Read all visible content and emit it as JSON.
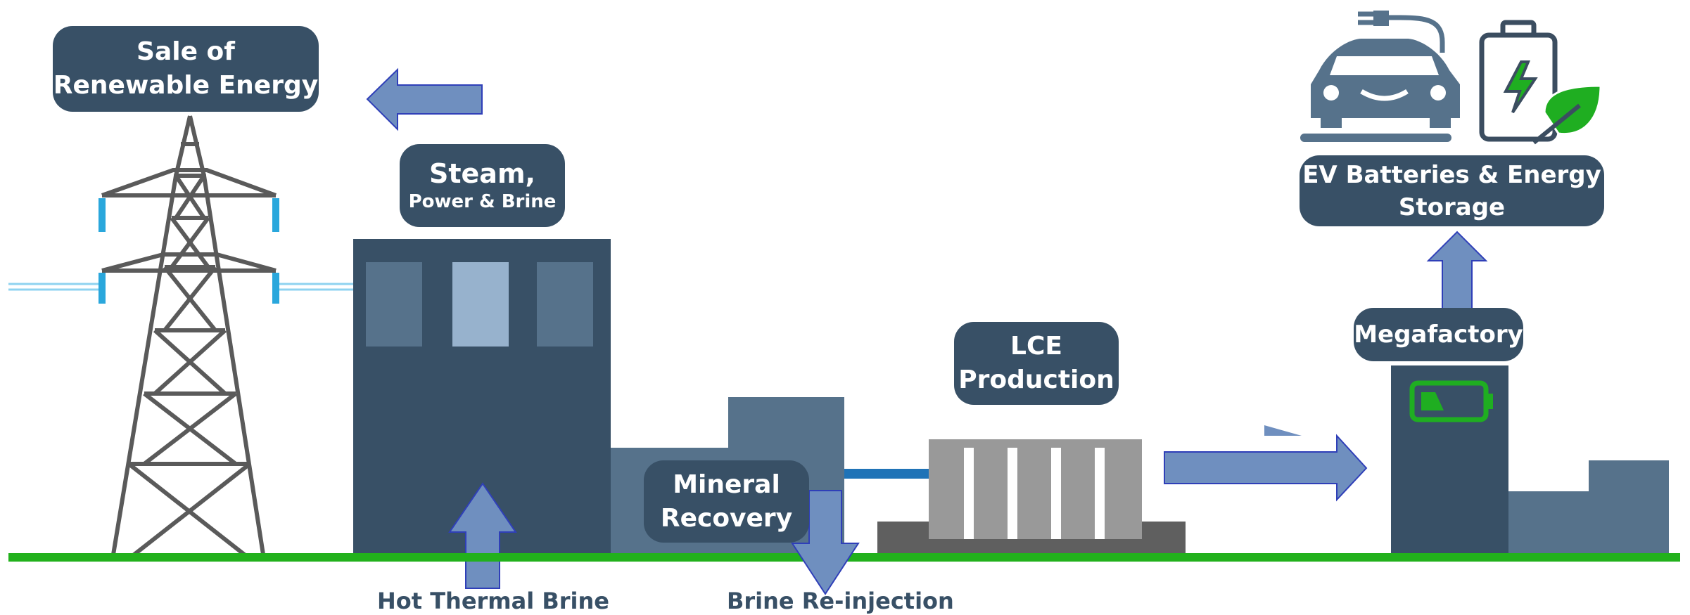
{
  "labels": {
    "sale_line1": "Sale of",
    "sale_line2": "Renewable Energy",
    "steam_line1": "Steam,",
    "steam_line2": "Power & Brine",
    "mineral_line1": "Mineral",
    "mineral_line2": "Recovery",
    "lce_line1": "LCE",
    "lce_line2": "Production",
    "megafactory": "Megafactory",
    "ev_line1": "EV Batteries & Energy",
    "ev_line2": "Storage",
    "hot_brine": "Hot Thermal Brine",
    "reinjection": "Brine Re-injection"
  },
  "colors": {
    "dark_blue": "#385066",
    "mid_blue": "#56728b",
    "light_window": "#97b2cd",
    "arrow_fill": "#6f8fbf",
    "arrow_stroke": "#2f3fb8",
    "ground_green": "#22b11c",
    "battery_green": "#1fae21",
    "pipe_blue": "#1f73b7",
    "tower_gray": "#5a5a5a",
    "insulator_blue": "#4fc3f7"
  },
  "icons": {
    "car": "car-icon",
    "plug": "plug-icon",
    "battery": "battery-icon",
    "leaf": "leaf-icon",
    "tower": "transmission-tower-icon"
  }
}
